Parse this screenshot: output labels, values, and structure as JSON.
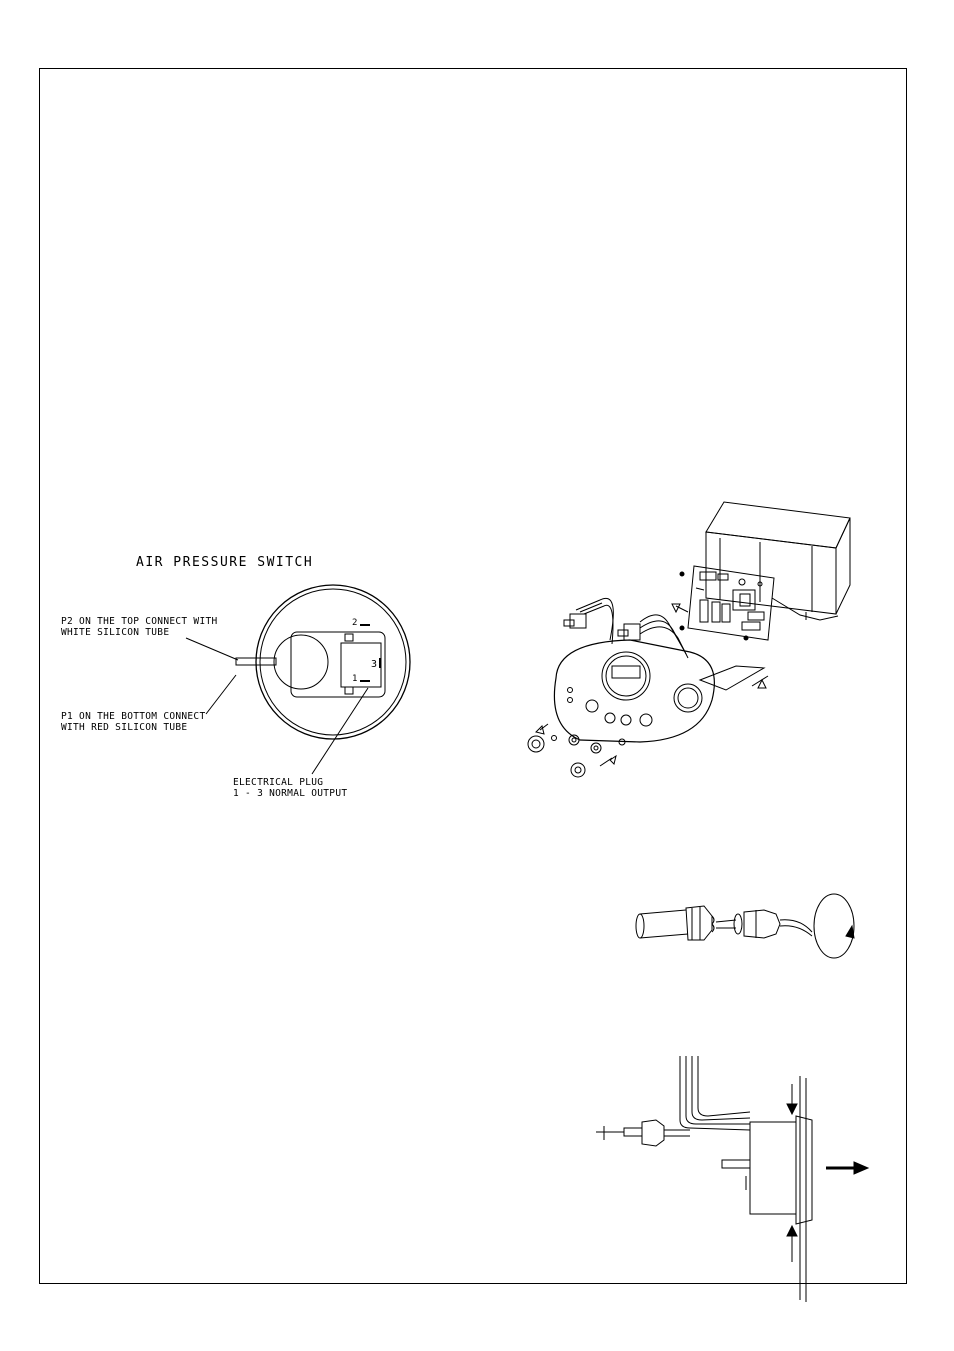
{
  "air_switch": {
    "title": "AIR PRESSURE SWITCH",
    "p2_line1": "P2 ON THE TOP CONNECT WITH",
    "p2_line2": "WHITE SILICON TUBE",
    "p1_line1": "P1 ON THE BOTTOM CONNECT",
    "p1_line2": "WITH RED SILICON TUBE",
    "plug_line1": "ELECTRICAL PLUG",
    "plug_line2": "1 - 3 NORMAL OUTPUT",
    "terminal_1": "1",
    "terminal_2": "2",
    "terminal_3": "3"
  }
}
